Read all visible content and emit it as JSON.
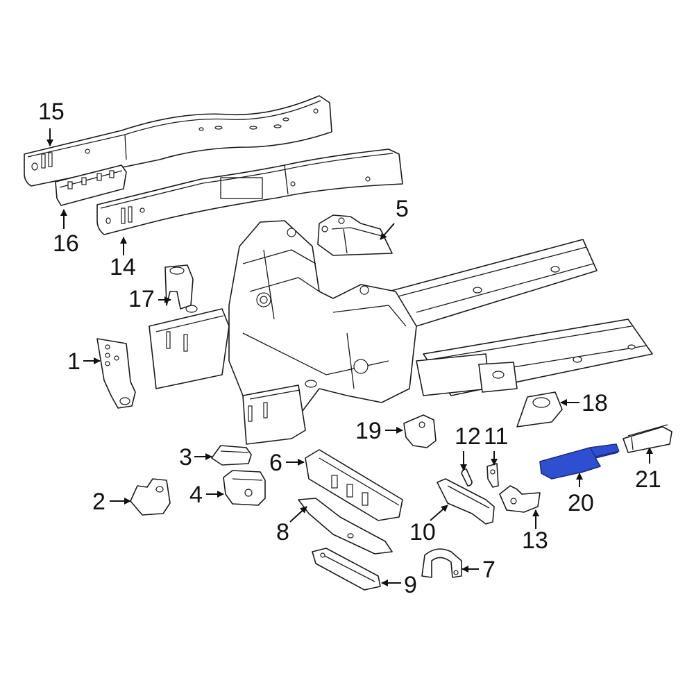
{
  "colors": {
    "highlight": "#2e4fd0",
    "highlight_stroke": "#1a2a7a",
    "line": "#1a1a1a",
    "background": "#ffffff"
  },
  "highlighted_part": "20",
  "callouts": {
    "c1": "1",
    "c2": "2",
    "c3": "3",
    "c4": "4",
    "c5": "5",
    "c6": "6",
    "c7": "7",
    "c8": "8",
    "c9": "9",
    "c10": "10",
    "c11": "11",
    "c12": "12",
    "c13": "13",
    "c14": "14",
    "c15": "15",
    "c16": "16",
    "c17": "17",
    "c18": "18",
    "c19": "19",
    "c20": "20",
    "c21": "21"
  }
}
